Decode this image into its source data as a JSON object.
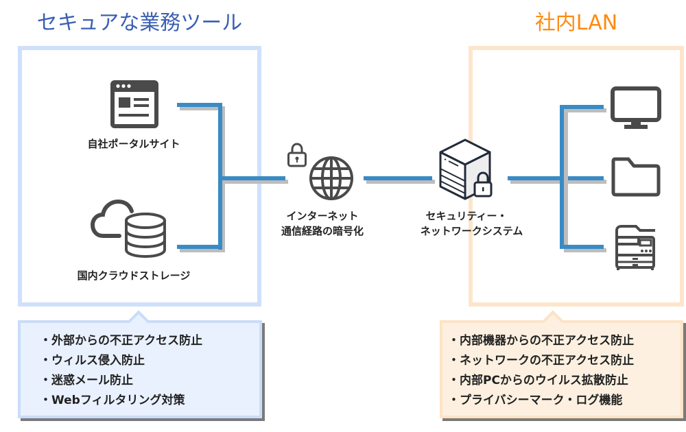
{
  "left_zone": {
    "title": "セキュアな業務ツール",
    "title_color": "#3a5fb3",
    "border_color": "#cfe0fb",
    "items": [
      {
        "label": "自社ポータルサイト",
        "icon": "browser-window-icon"
      },
      {
        "label": "国内クラウドストレージ",
        "icon": "cloud-database-icon"
      }
    ],
    "features": [
      "外部からの不正アクセス防止",
      "ウィルス侵入防止",
      "迷惑メール防止",
      "Webフィルタリング対策"
    ]
  },
  "center": {
    "internet": {
      "line1": "インターネット",
      "line2": "通信経路の暗号化",
      "icons": [
        "padlock-icon",
        "globe-icon"
      ]
    },
    "security_system": {
      "line1": "セキュリティー・",
      "line2": "ネットワークシステム",
      "icons": [
        "server-icon",
        "padlock-icon"
      ]
    }
  },
  "right_zone": {
    "title": "社内LAN",
    "title_color": "#ff8a12",
    "border_color": "#fde5cc",
    "devices": [
      "monitor-icon",
      "folder-icon",
      "multifunction-printer-icon"
    ],
    "features": [
      "内部機器からの不正アクセス防止",
      "ネットワークの不正アクセス防止",
      "内部PCからのウイルス拡散防止",
      "プライバシーマーク・ログ機能"
    ]
  },
  "colors": {
    "connector": "#3a8bc4",
    "connector_shadow": "#bdbdbd",
    "icon": "#4a4a4a"
  }
}
